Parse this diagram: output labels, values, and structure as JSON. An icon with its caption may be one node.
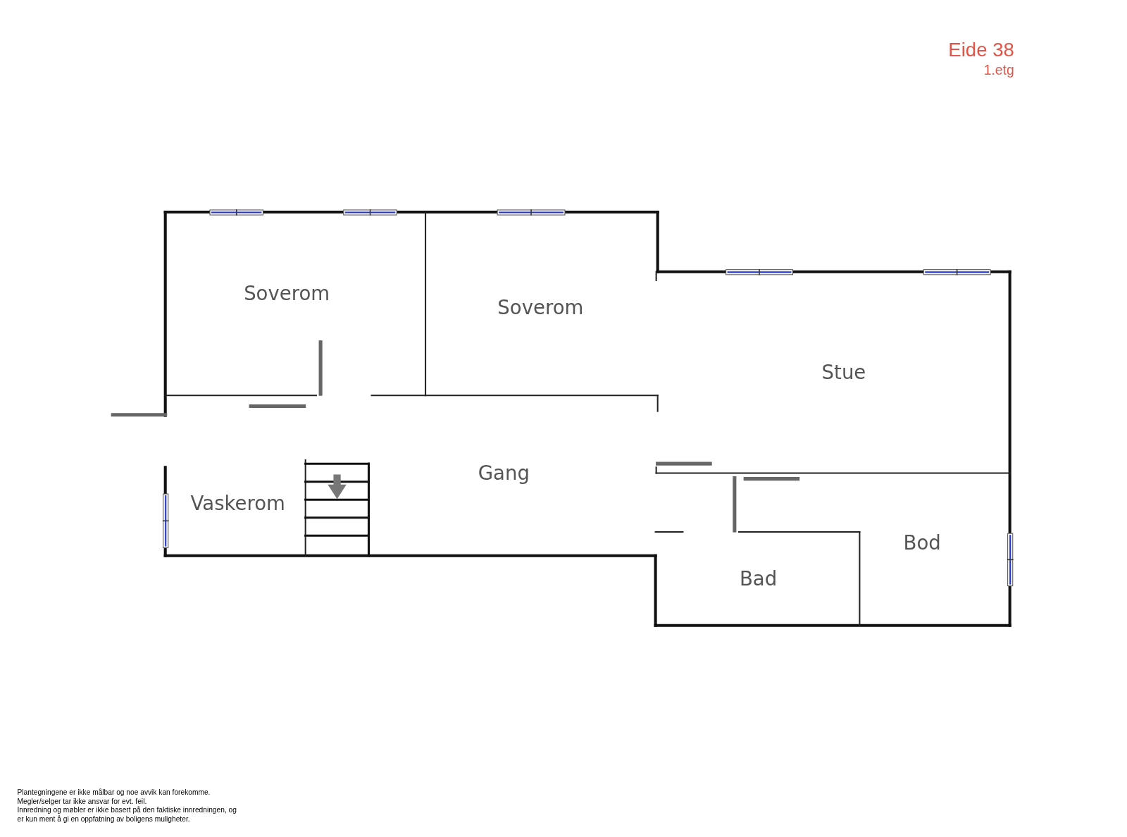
{
  "diagram": {
    "title": "Eide 38",
    "labels": [
      "1.etg",
      "Soverom",
      "Soverom",
      "Stue",
      "Gang",
      "Vaskerom",
      "Bad",
      "Bod",
      "Plantegningene er ikke målbar og noe avvik kan forekomme.",
      "Megler/selger tar ikke ansvar for evt. feil.",
      "Innredning og møbler er ikke basert på den faktiske innredningen, og er kun ment å gi en oppfatning av boligens muligheter."
    ]
  }
}
